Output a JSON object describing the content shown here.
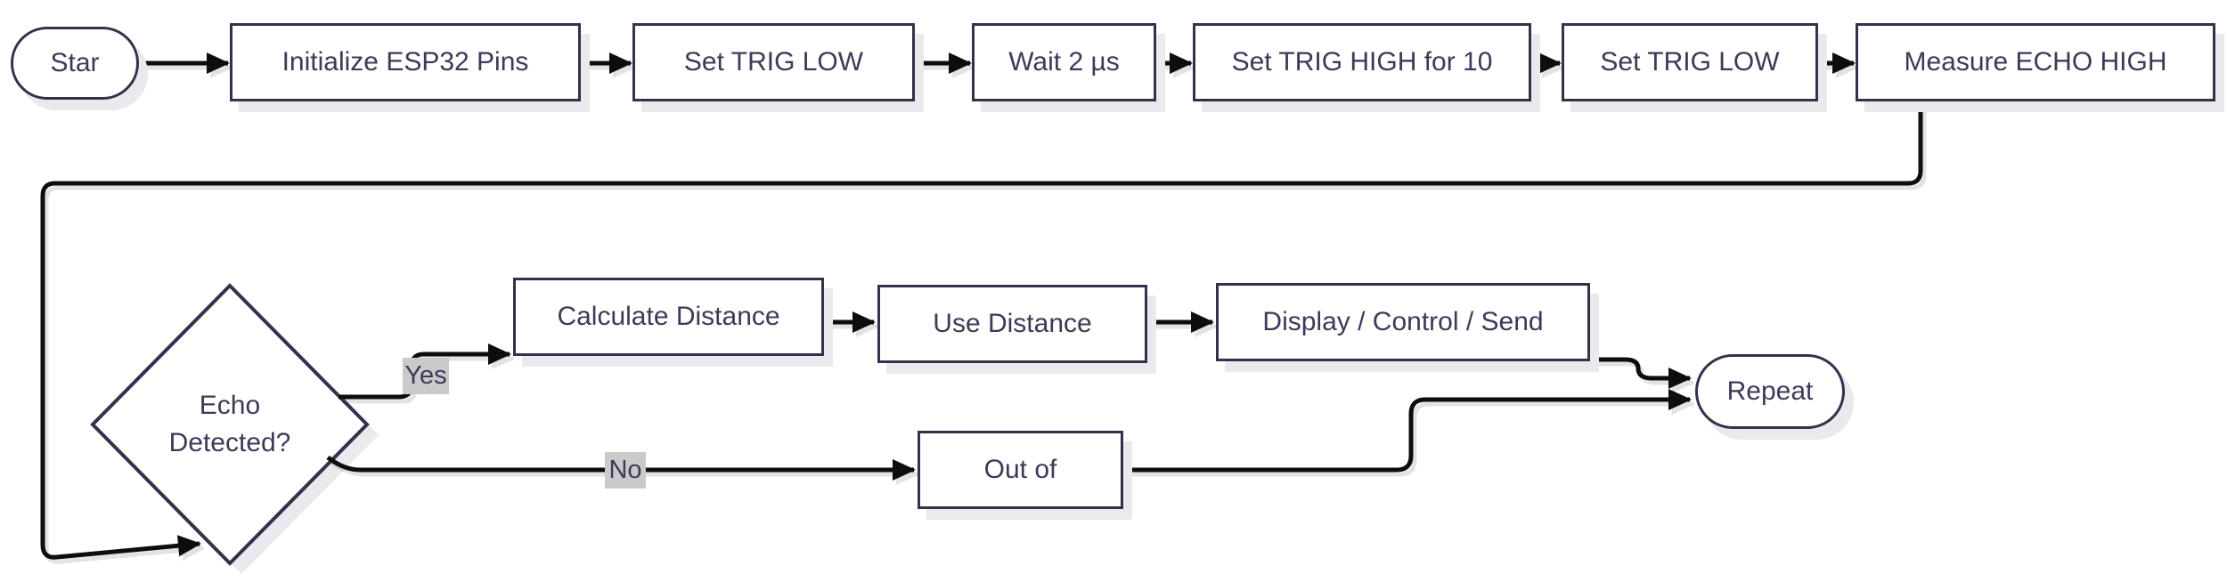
{
  "diagram": {
    "nodes": {
      "start": {
        "label": "Star",
        "shape": "stadium"
      },
      "init": {
        "label": "Initialize ESP32 Pins",
        "shape": "rect"
      },
      "trig_low_1": {
        "label": "Set TRIG LOW",
        "shape": "rect"
      },
      "wait": {
        "label": "Wait 2 µs",
        "shape": "rect"
      },
      "trig_high": {
        "label": "Set TRIG HIGH for 10",
        "shape": "rect"
      },
      "trig_low_2": {
        "label": "Set TRIG LOW",
        "shape": "rect"
      },
      "measure": {
        "label": "Measure ECHO HIGH",
        "shape": "rect"
      },
      "decision": {
        "line1": "Echo",
        "line2": "Detected?",
        "shape": "diamond"
      },
      "calculate": {
        "label": "Calculate Distance",
        "shape": "rect"
      },
      "use": {
        "label": "Use Distance",
        "shape": "rect"
      },
      "display": {
        "label": "Display / Control / Send",
        "shape": "rect"
      },
      "repeat": {
        "label": "Repeat",
        "shape": "stadium"
      },
      "out_of": {
        "label": "Out of",
        "shape": "rect"
      }
    },
    "edge_labels": {
      "yes": "Yes",
      "no": "No"
    },
    "colors": {
      "node_border": "#33314b",
      "node_text": "#3c3a57",
      "node_fill": "#ffffff",
      "edge": "#0d0d0d",
      "edge_label_bg": "#cacaca",
      "shadow": "#e9e9ee",
      "background": "#ffffff"
    }
  }
}
